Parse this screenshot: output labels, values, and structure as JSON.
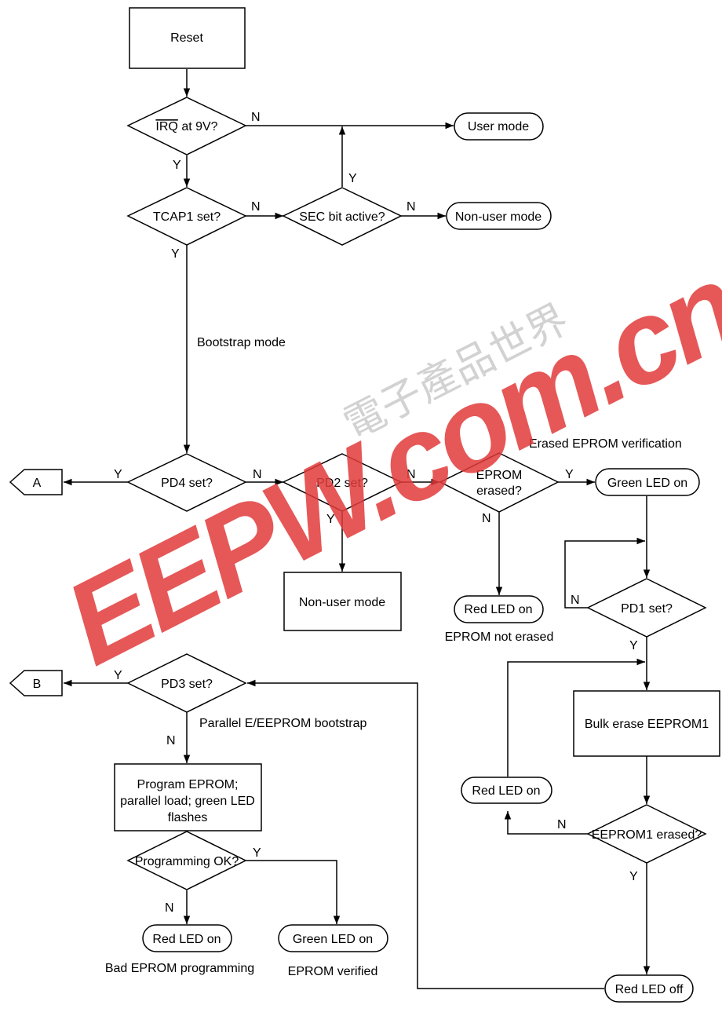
{
  "nodes": {
    "reset": "Reset",
    "irq_q": "at 9V?",
    "irq_bar": "IRQ",
    "user_mode": "User mode",
    "tcap1_q": "TCAP1 set?",
    "sec_q": "SEC bit active?",
    "nonuser_mode_1": "Non-user mode",
    "bootstrap_mode": "Bootstrap mode",
    "erased_eprom_verification": "Erased EPROM verification",
    "pd4_q": "PD4 set?",
    "pd2_q": "PD2 set?",
    "eprom_erased_q_l1": "EPROM",
    "eprom_erased_q_l2": "erased?",
    "green_led_on_1": "Green LED on",
    "nonuser_mode_2": "Non-user mode",
    "red_led_on_1": "Red LED on",
    "eprom_not_erased": "EPROM not erased",
    "pd1_q": "PD1 set?",
    "pd3_q": "PD3 set?",
    "parallel_bootstrap": "Parallel E/EEPROM bootstrap",
    "bulk_erase": "Bulk erase EEPROM1",
    "program_l1": "Program EPROM;",
    "program_l2": "parallel load; green LED",
    "program_l3": "flashes",
    "red_led_on_2": "Red LED on",
    "eeprom1_erased_q": "EEPROM1 erased?",
    "programming_ok_q": "Programming OK?",
    "red_led_on_3": "Red LED on",
    "green_led_on_2": "Green LED on",
    "red_led_off": "Red LED off",
    "bad_eprom_programming": "Bad EPROM programming",
    "eprom_verified": "EPROM verified",
    "connector_a": "A",
    "connector_b": "B"
  },
  "edge_labels": {
    "yes": "Y",
    "no": "N"
  },
  "watermark": {
    "latin": "EEPW.com.cn",
    "chinese": "電子產品世界"
  }
}
